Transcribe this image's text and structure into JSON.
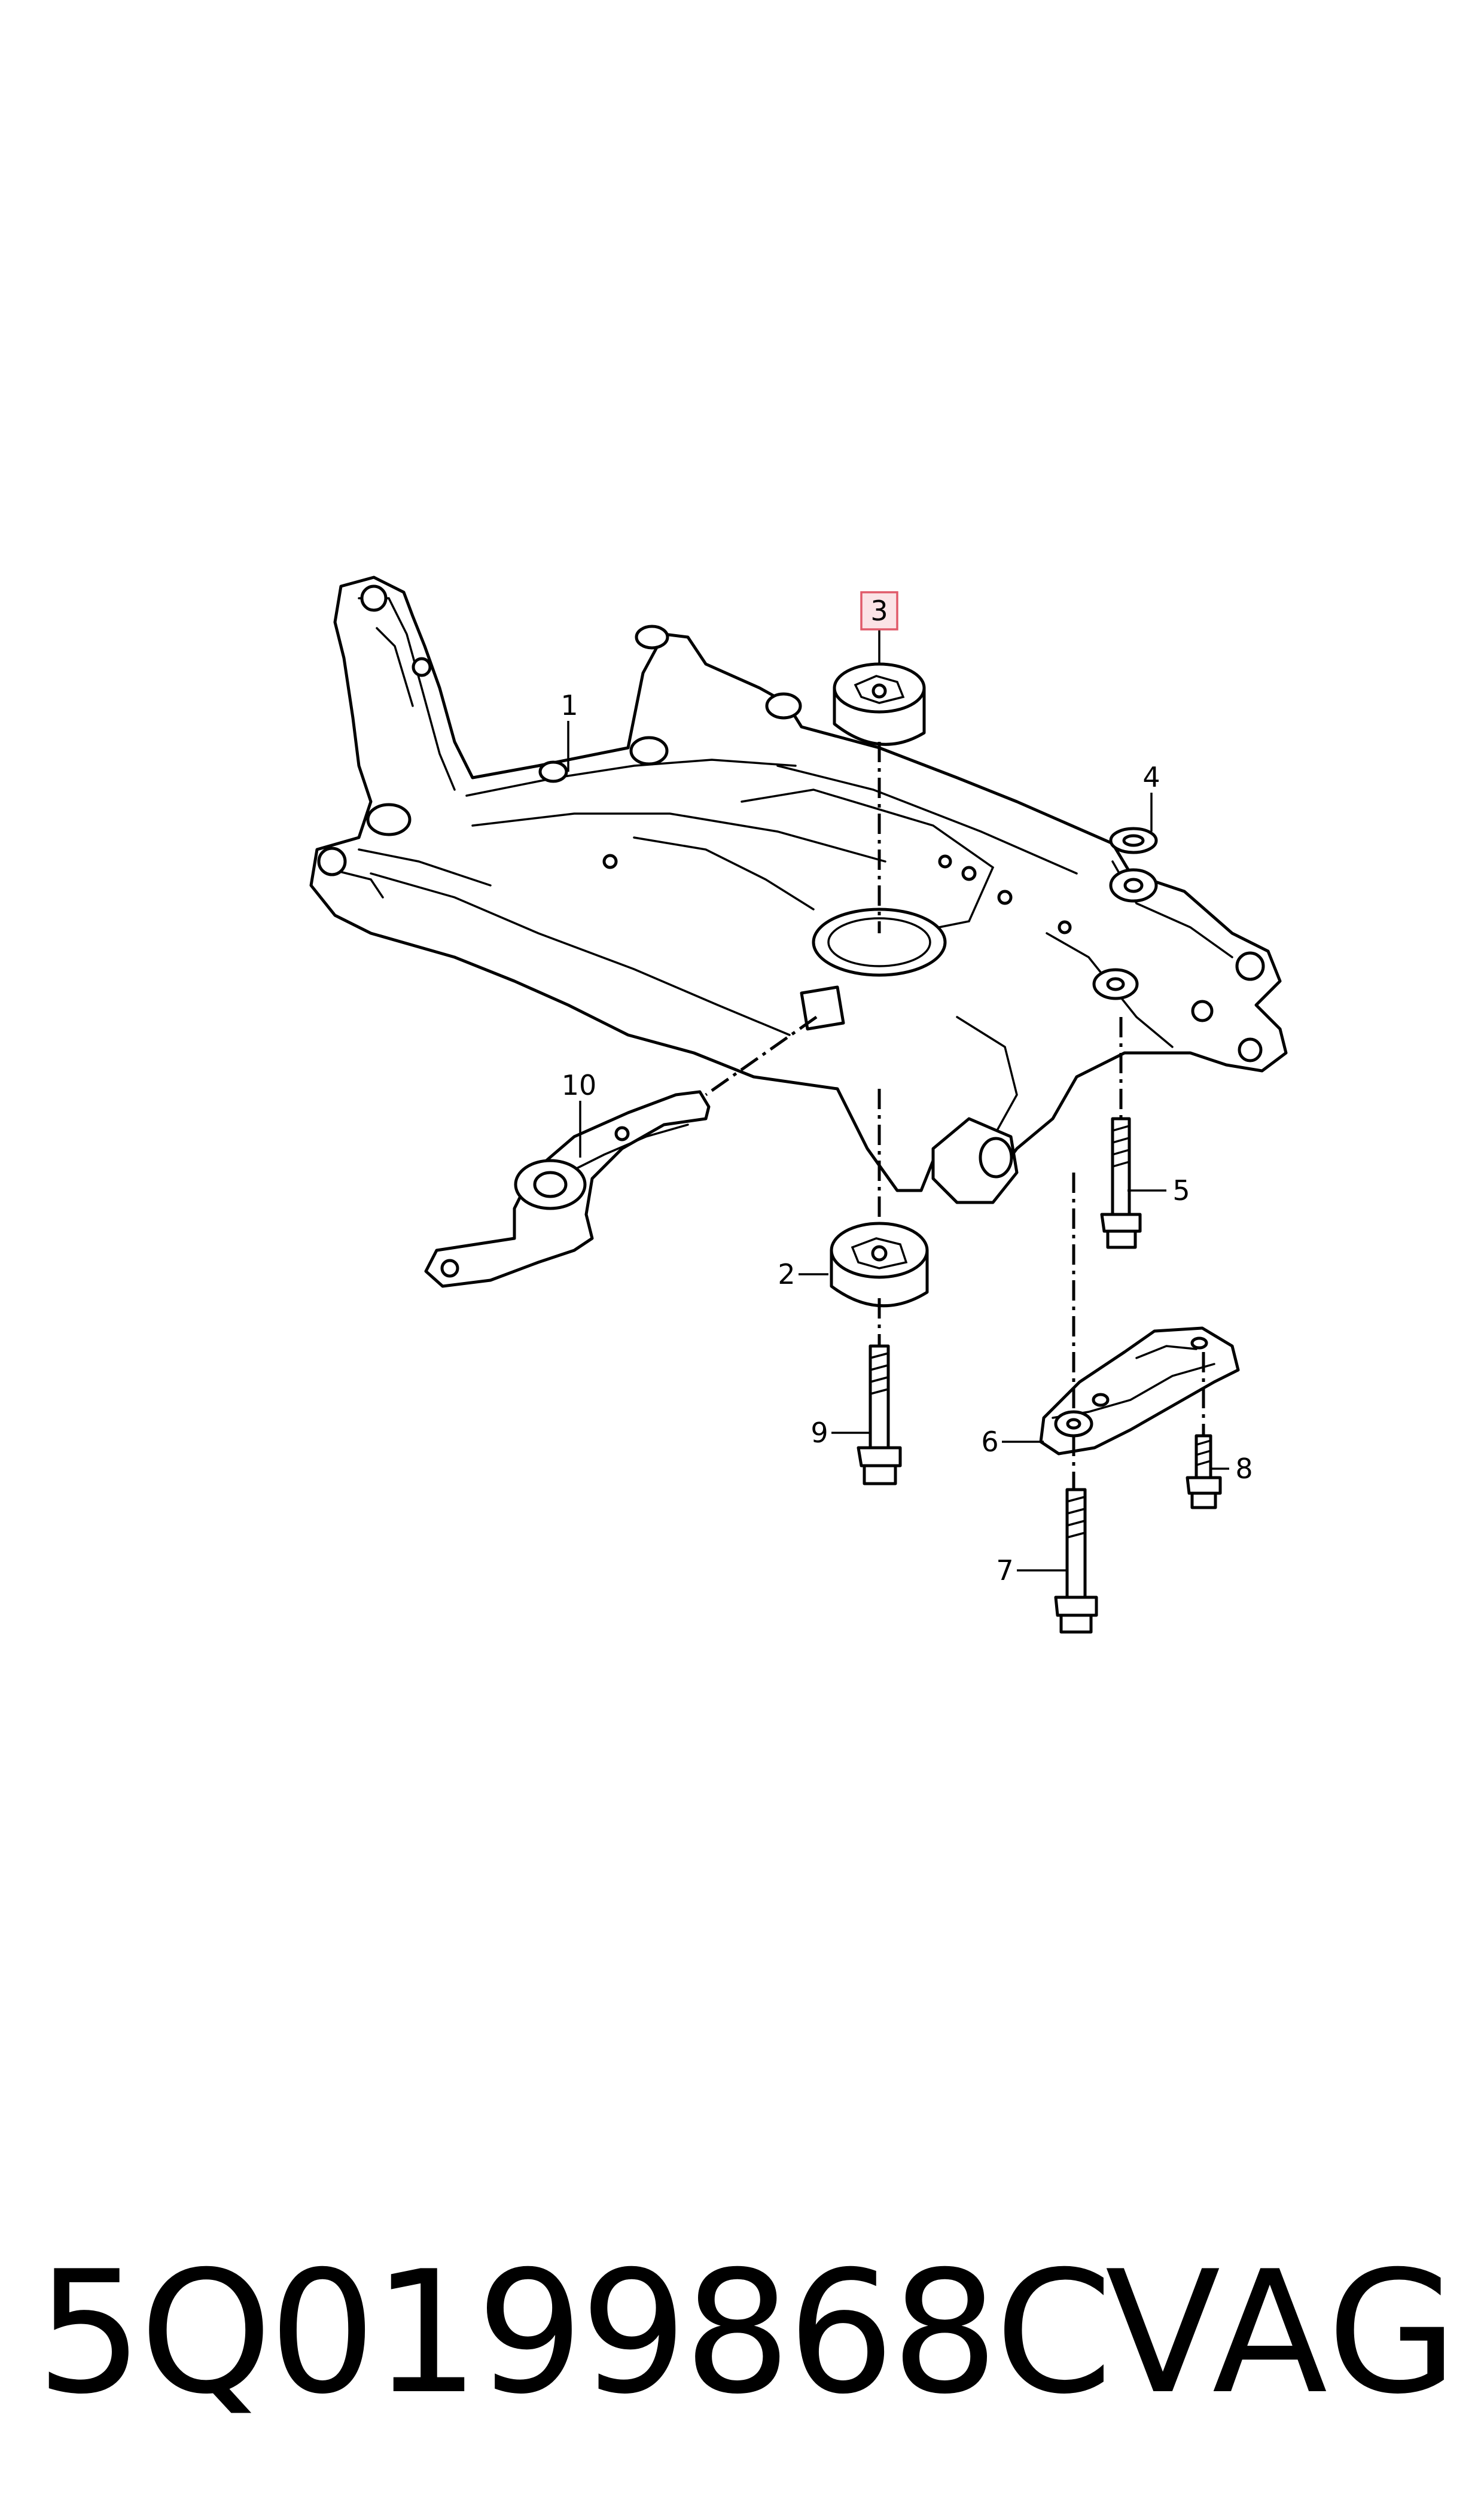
{
  "diagram": {
    "callouts": [
      {
        "id": "1",
        "label": "1"
      },
      {
        "id": "2",
        "label": "2"
      },
      {
        "id": "3",
        "label": "3",
        "highlighted": true
      },
      {
        "id": "4",
        "label": "4"
      },
      {
        "id": "5",
        "label": "5"
      },
      {
        "id": "6",
        "label": "6"
      },
      {
        "id": "7",
        "label": "7"
      },
      {
        "id": "8",
        "label": "8"
      },
      {
        "id": "9",
        "label": "9"
      },
      {
        "id": "10",
        "label": "10"
      }
    ],
    "highlight_color": "#e05a6a",
    "highlight_fill": "#fbe3e6",
    "line_color": "#000000"
  },
  "footer": {
    "part_number": "5Q0199868C",
    "brand": "VAG"
  }
}
